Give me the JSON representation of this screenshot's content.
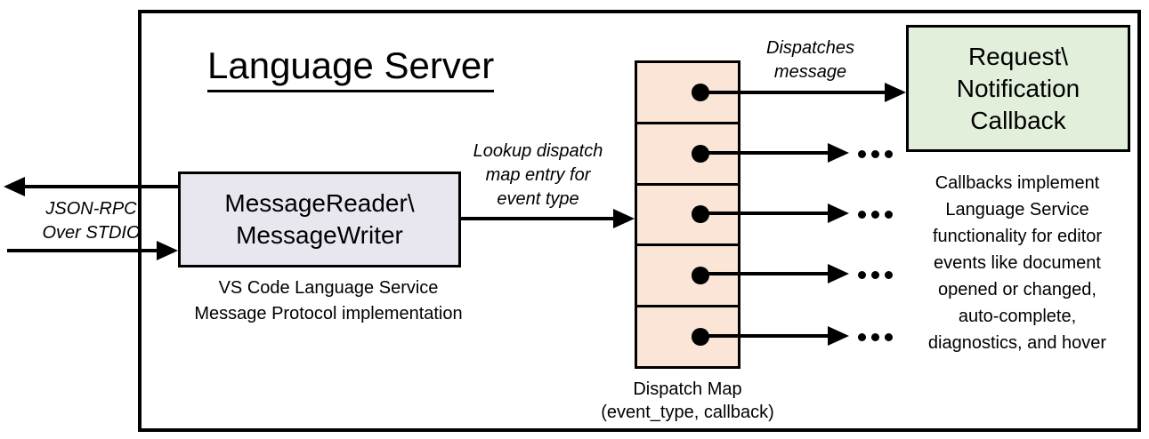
{
  "title": "Language Server",
  "io": {
    "line1": "JSON-RPC",
    "line2": "Over STDIO"
  },
  "reader_box": {
    "line1": "MessageReader\\",
    "line2": "MessageWriter"
  },
  "reader_caption": {
    "line1": "VS Code Language Service",
    "line2": "Message Protocol implementation"
  },
  "lookup_label": {
    "line1": "Lookup dispatch",
    "line2": "map entry for",
    "line3": "event type"
  },
  "dispatch_label": {
    "line1": "Dispatches",
    "line2": "message"
  },
  "callback_box": {
    "line1": "Request\\",
    "line2": "Notification",
    "line3": "Callback"
  },
  "dispatch_map": {
    "cell_count": 5,
    "caption_line1": "Dispatch Map",
    "caption_line2": "(event_type, callback)"
  },
  "note": {
    "lines": [
      "Callbacks implement",
      "Language Service",
      "functionality for editor",
      "events like document",
      "opened or changed,",
      "auto-complete,",
      "diagnostics, and hover"
    ]
  },
  "ellipsis_glyph": "...",
  "colors": {
    "reader_box_fill": "#E8E7F0",
    "dispatch_map_fill": "#FBE5D6",
    "callback_box_fill": "#E2EFDA",
    "line": "#000000",
    "background": "#FFFFFF"
  }
}
